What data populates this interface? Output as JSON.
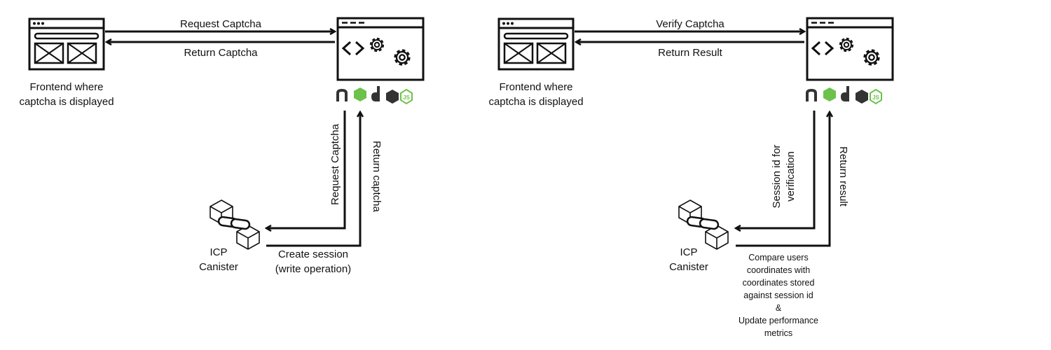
{
  "colors": {
    "stroke": "#111111",
    "node_green": "#6cc24a",
    "node_dark": "#333333"
  },
  "icons": [
    "browser-window-icon",
    "server-code-gears-icon",
    "nodejs-logo-icon",
    "icp-canister-blocks-icon"
  ],
  "left": {
    "frontend_label_line1": "Frontend where",
    "frontend_label_line2": "captcha is displayed",
    "arrow_top": "Request Captcha",
    "arrow_bottom": "Return Captcha",
    "down_arrow": "Request Captcha",
    "up_arrow": "Return captcha",
    "canister_line1": "ICP",
    "canister_line2": "Canister",
    "session_line1": "Create session",
    "session_line2": "(write operation)"
  },
  "right": {
    "frontend_label_line1": "Frontend where",
    "frontend_label_line2": "captcha is displayed",
    "arrow_top": "Verify Captcha",
    "arrow_bottom": "Return Result",
    "down_arrow_line1": "Session id for",
    "down_arrow_line2": "verification",
    "up_arrow": "Return result",
    "canister_line1": "ICP",
    "canister_line2": "Canister",
    "compare_lines": [
      "Compare users",
      "coordinates with",
      "coordinates stored",
      "against session id",
      "&",
      "Update performance",
      "metrics"
    ]
  }
}
